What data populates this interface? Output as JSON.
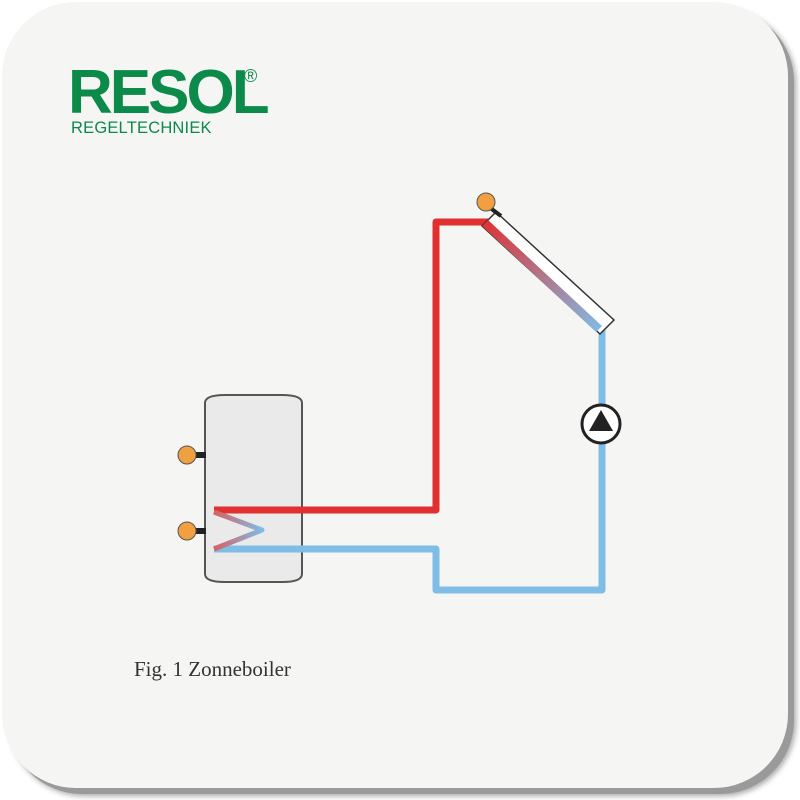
{
  "logo": {
    "name": "RESOL",
    "registered_mark": "®",
    "subtitle": "REGELTECHNIEK"
  },
  "caption": "Fig. 1 Zonneboiler",
  "colors": {
    "brand_green": "#0b8a4a",
    "hot_pipe": "#e03030",
    "cold_pipe": "#7fbde6",
    "sensor": "#f0a040",
    "tank_fill": "#eaeaea",
    "background": "#f5f5f3"
  },
  "icons": {
    "pump": "circulation-pump-icon",
    "sensor": "temperature-sensor-icon",
    "collector": "solar-collector-icon",
    "tank": "storage-tank-icon"
  }
}
